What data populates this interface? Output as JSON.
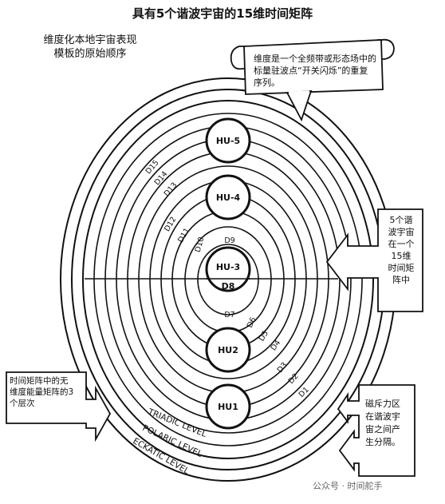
{
  "title": "具有5个谐波宇宙的15维时间矩阵",
  "subtitle_lines": [
    "维度化本地宇宙表现",
    "模板的原始顺序"
  ],
  "scroll_callout_lines": [
    "维度是一个全频带或形态场中的",
    "标量驻波点“开关闪烁”的重复",
    "序列。"
  ],
  "right_callout_lines": [
    "5个谐",
    "波宇宙",
    "在一个",
    "15维",
    "时间矩",
    "阵中"
  ],
  "left_callout_lines": [
    "时间矩阵中的无",
    "维度能量矩阵的3",
    "个层次"
  ],
  "bottom_callout_lines": [
    "磁斥力区",
    "在谐波宇",
    "宙之间产",
    "生分隔。"
  ],
  "harmonic_universes": [
    "HU-5",
    "HU-4",
    "HU-3",
    "HU2",
    "HU1"
  ],
  "dimensions": [
    "D15",
    "D14",
    "D13",
    "D12",
    "D11",
    "D10",
    "D9",
    "D8",
    "D7",
    "D6",
    "D5",
    "D4",
    "D3",
    "D2",
    "D1"
  ],
  "levels": [
    "TRIADIC LEVEL",
    "POLARIC LEVEL",
    "ECKATIC LEVEL"
  ],
  "watermark": "公众号 · 时间舵手"
}
